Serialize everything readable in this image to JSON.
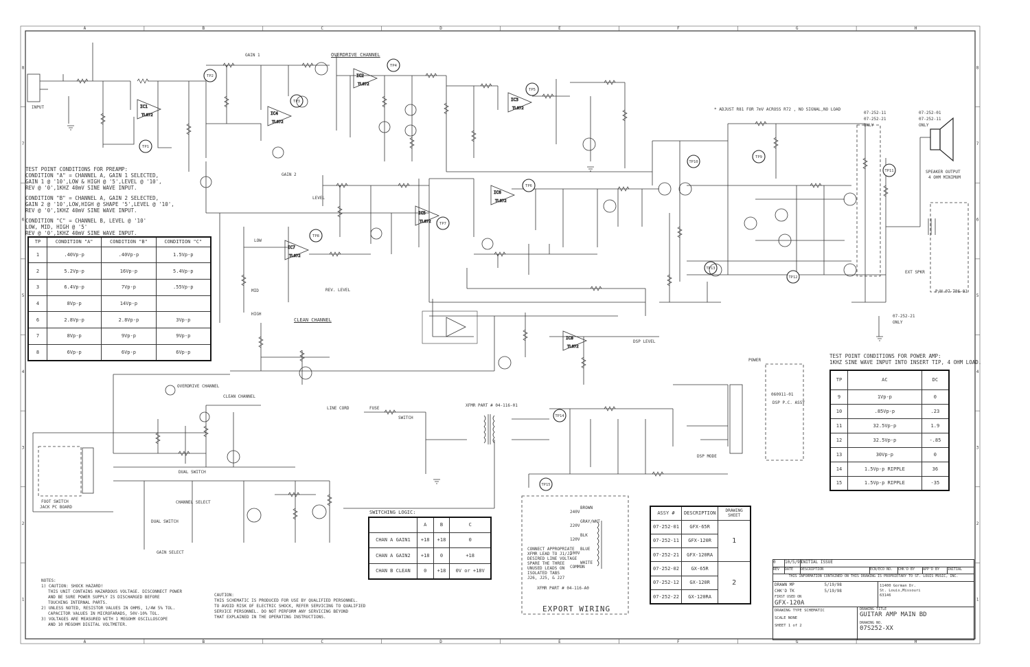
{
  "notes_testpoints": {
    "title": "TEST POINT CONDITIONS FOR PREAMP:",
    "lines": [
      "CONDITION \"A\" = CHANNEL A, GAIN 1 SELECTED,",
      "GAIN 1 @ '10',LOW & HIGH @ '5',LEVEL @ '10',",
      "REV @ '0',1KHZ 40mV SINE WAVE INPUT.",
      "CONDITION \"B\" = CHANNEL A, GAIN 2 SELECTED,",
      "GAIN 2 @ '10',LOW,HIGH @ SHAPE '5',LEVEL @ '10',",
      "REV @ '0',1KHZ 40mV SINE WAVE INPUT.",
      "CONDITION \"C\" = CHANNEL B, LEVEL @ '10'",
      "LOW, MID, HIGH @ '5'",
      "REV @ '0',1KHZ 40mV SINE WAVE INPUT."
    ]
  },
  "preamp_table": {
    "headers": [
      "TP",
      "CONDITION \"A\"",
      "CONDITION \"B\"",
      "CONDITION \"C\""
    ],
    "rows": [
      {
        "tp": "1",
        "a": ".40Vp-p",
        "b": ".40Vp-p",
        "c": "1.5Vp-p"
      },
      {
        "tp": "2",
        "a": "5.2Vp-p",
        "b": "16Vp-p",
        "c": "5.4Vp-p"
      },
      {
        "tp": "3",
        "a": "6.4Vp-p",
        "b": "7Vp-p",
        "c": ".55Vp-p"
      },
      {
        "tp": "4",
        "a": "8Vp-p",
        "b": "14Vp-p",
        "c": ""
      },
      {
        "tp": "6",
        "a": "2.8Vp-p",
        "b": "2.8Vp-p",
        "c": "3Vp-p"
      },
      {
        "tp": "7",
        "a": "8Vp-p",
        "b": "9Vp-p",
        "c": "9Vp-p"
      },
      {
        "tp": "8",
        "a": "6Vp-p",
        "b": "6Vp-p",
        "c": "6Vp-p"
      }
    ]
  },
  "power_notes": {
    "title": "TEST POINT CONDITIONS FOR POWER AMP:",
    "line": "1KHZ SINE WAVE INPUT INTO INSERT TIP, 4 OHM LOAD."
  },
  "power_table": {
    "headers": [
      "TP",
      "AC",
      "DC"
    ],
    "rows": [
      {
        "tp": "9",
        "ac": "1Vp-p",
        "dc": "0"
      },
      {
        "tp": "10",
        "ac": ".85Vp-p",
        "dc": ".23"
      },
      {
        "tp": "11",
        "ac": "32.5Vp-p",
        "dc": "1.9"
      },
      {
        "tp": "12",
        "ac": "32.5Vp-p",
        "dc": "-.85"
      },
      {
        "tp": "13",
        "ac": "30Vp-p",
        "dc": "0"
      },
      {
        "tp": "14",
        "ac": "1.5Vp-p RIPPLE",
        "dc": "36"
      },
      {
        "tp": "15",
        "ac": "1.5Vp-p RIPPLE",
        "dc": "-35"
      }
    ]
  },
  "switch_table": {
    "title": "SWITCHING LOGIC:",
    "headers": [
      "",
      "A",
      "B",
      "C"
    ],
    "rows": [
      {
        "name": "CHAN A GAIN1",
        "a": "+18",
        "b": "+18",
        "c": "0"
      },
      {
        "name": "CHAN A GAIN2",
        "a": "+18",
        "b": "0",
        "c": "+18"
      },
      {
        "name": "CHAN B CLEAN",
        "a": "0",
        "b": "+18",
        "c": "0V or +18V"
      }
    ]
  },
  "assy_table": {
    "headers": [
      "ASSY #",
      "DESCRIPTION",
      "DRAWING SHEET"
    ],
    "rows": [
      {
        "assy": "07-252-01",
        "desc": "GFX-65R"
      },
      {
        "assy": "07-252-11",
        "desc": "GFX-120R"
      },
      {
        "assy": "07-252-21",
        "desc": "GFX-120RA"
      },
      {
        "assy": "07-252-02",
        "desc": "GX-65R"
      },
      {
        "assy": "07-252-12",
        "desc": "GX-120R"
      },
      {
        "assy": "07-252-22",
        "desc": "GX-120RA"
      }
    ],
    "sheet1": "1",
    "sheet2": "2"
  },
  "export_wiring": {
    "title": "EXPORT WIRING",
    "text": [
      "CONNECT APPROPRIATE",
      "XFMR LEAD TO J1/J2",
      "DESIRED LINE VOLTAGE",
      "SPARE THE THREE",
      "UNUSED LEADS ON",
      "ISOLATED TABS",
      "J26, J25, & J27"
    ],
    "taps": [
      "240V",
      "220V",
      "120V",
      "100V",
      "COMMON"
    ],
    "wire_colors": [
      "BROWN",
      "GRAY/WHT",
      "BLK",
      "BLUE",
      "WHITE"
    ],
    "part": "XFMR PART # 04-116-A0"
  },
  "title_block": {
    "company": "GFX-120A",
    "drawing_title": "GUITAR AMP MAIN BD",
    "drawing_no": "07S252-XX",
    "drawn": "MP",
    "date1": "5/19/98",
    "checked": "TK",
    "date2": "5/19/98",
    "scale": "NONE",
    "sheet": "1 of 2",
    "type": "SCHEMATIC",
    "rev": "0",
    "rev_date": "10/5/98",
    "rev_desc": "INITIAL ISSUE",
    "address": [
      "11400 Gorman Dr.",
      "St. Louis,Missouri",
      "63146"
    ],
    "prop_note": "THIS INFORMATION CONTAINED ON THIS DRAWING IS PROPRIETARY TO ST. LOUIS MUSIC, INC.",
    "labels": {
      "rev": "REV",
      "date": "DATE",
      "description": "DESCRIPTION",
      "ecn": "ECN/ECO NO.",
      "chk": "CHK'D BY",
      "app": "APP'D BY",
      "initial": "INITIAL",
      "drawn": "DRAWN",
      "checked": "CHK'D",
      "first_used": "FIRST USED ON",
      "scale": "SCALE",
      "sheet": "SHEET",
      "type": "DRAWING TYPE",
      "drawing_title": "DRAWING TITLE",
      "drawing_no": "DRAWING NO."
    }
  },
  "notes": {
    "title": "NOTES:",
    "lines": [
      "1) CAUTION: SHOCK HAZARD!",
      "THIS UNIT CONTAINS HAZARDOUS VOLTAGE. DISCONNECT POWER",
      "AND BE SURE POWER SUPPLY IS DISCHARGED BEFORE",
      "TOUCHING INTERNAL PARTS.",
      "2) UNLESS NOTED, RESISTOR VALUES IN OHMS, 1/4W 5% TOL.",
      "CAPACITOR VALUES IN MICROFARADS, 50V-10% TOL.",
      "3) VOLTAGES ARE MEASURED WITH 1 MEGOHM OSCILLOSCOPE",
      "AND 10 MEGOHM DIGITAL VOLTMETER."
    ]
  },
  "caution": {
    "title": "CAUTION:",
    "lines": [
      "THIS SCHEMATIC IS PRODUCED FOR USE BY QUALIFIED PERSONNEL.",
      "TO AVOID RISK OF ELECTRIC SHOCK, REFER SERVICING TO QUALIFIED",
      "SERVICE PERSONNEL. DO NOT PERFORM ANY SERVICING BEYOND",
      "THAT EXPLAINED IN THE OPERATING INSTRUCTIONS."
    ]
  },
  "channel_labels": {
    "overdrive": "OVERDRIVE CHANNEL",
    "clean": "CLEAN CHANNEL",
    "speaker": "SPEAKER OUTPUT",
    "speaker_min": "4 OHM MINIMUM",
    "adjust": "* ADJUST R81 FOR 7mV ACROSS R72 , NO SIGNAL,NO LOAD",
    "dsp_assy": "DSP P.C. ASSY",
    "dsp_num": "060911-01",
    "footswitch": "FOOT SWITCH",
    "footswitch_board": "JACK PC BOARD",
    "line_cord": "LINE CORD",
    "fuse": "FUSE",
    "switch": "SWITCH",
    "xfmr": "XFMR PART # 04-116-01",
    "input": "INPUT",
    "gain1": "GAIN 1",
    "gain2": "GAIN 2",
    "level": "LEVEL",
    "low": "LOW",
    "mid": "MID",
    "high": "HIGH",
    "rev_level": "REV. LEVEL",
    "dsp_level": "DSP LEVEL",
    "dsp_mode": "DSP MODE",
    "gain_select": "GAIN SELECT",
    "channel_select": "CHANNEL SELECT",
    "dual_switch": "DUAL SWITCH",
    "power": "POWER",
    "ext_spkr": "EXT SPKR",
    "only1": "07-252-11 07-252-21 ONLY",
    "only2": "07-252-01 07-252-11 ONLY",
    "only3": "07-252-21 ONLY",
    "pn": "P/N 07-786-01"
  },
  "border_letters": [
    "A",
    "B",
    "C",
    "D",
    "E",
    "F",
    "G",
    "H"
  ],
  "border_numbers": [
    "1",
    "2",
    "3",
    "4",
    "5",
    "6",
    "7",
    "8"
  ],
  "test_points": [
    "TP1",
    "TP2",
    "TP3",
    "TP4",
    "TP5",
    "TP6",
    "TP7",
    "TP8",
    "TP9",
    "TP10",
    "TP11",
    "TP12",
    "TP13",
    "TP14",
    "TP15"
  ],
  "opamps": [
    "IC1",
    "IC2",
    "IC3",
    "IC4",
    "IC5",
    "IC6",
    "IC7",
    "IC8"
  ],
  "opamp_type": "TL072"
}
